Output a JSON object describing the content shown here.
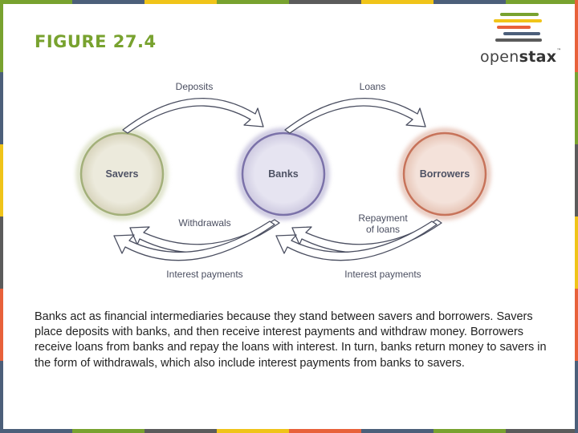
{
  "figure_title": "FIGURE 27.4",
  "logo": {
    "text_light": "open",
    "text_bold": "stax",
    "tm": "™"
  },
  "nodes": {
    "savers": "Savers",
    "banks": "Banks",
    "borrowers": "Borrowers"
  },
  "flows": {
    "deposits": "Deposits",
    "loans": "Loans",
    "withdrawals": "Withdrawals",
    "repayment_line1": "Repayment",
    "repayment_line2": "of loans",
    "interest_left": "Interest payments",
    "interest_right": "Interest payments"
  },
  "caption": "Banks act as financial intermediaries because they stand between savers and borrowers. Savers place deposits with banks, and then receive interest payments and withdraw money. Borrowers receive loans from banks and repay the loans with interest. In turn, banks return money to savers in the form of withdrawals, which also include interest payments from banks to savers.",
  "colors": {
    "title": "#78a22f",
    "savers_fill": "#e8e6d6",
    "savers_ring": "#a3b07a",
    "banks_fill": "#e2e0ee",
    "banks_ring": "#7b72a9",
    "borrowers_fill": "#f1dcd3",
    "borrowers_ring": "#c7735a"
  }
}
